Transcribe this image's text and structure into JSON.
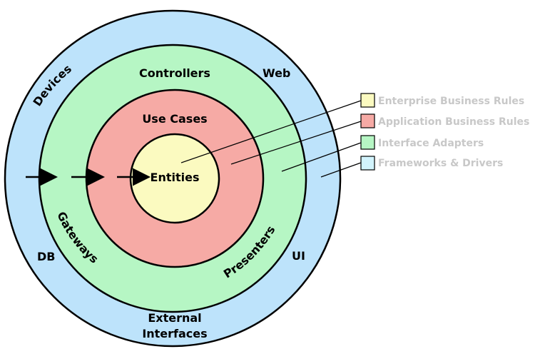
{
  "colors": {
    "frameworks": "#bde3fb",
    "adapters": "#b6f6c4",
    "use_cases": "#f6aaa5",
    "entities": "#fbfac0",
    "stroke": "#000000",
    "legend_text": "#c8c8c8"
  },
  "rings": {
    "frameworks": {
      "top_right": "Web",
      "left": "Devices",
      "bottom_left": "DB",
      "bottom_right": "UI",
      "bottom_line1": "External",
      "bottom_line2": "Interfaces"
    },
    "adapters": {
      "top": "Controllers",
      "bottom_left": "Gateways",
      "bottom_right": "Presenters"
    },
    "use_cases": {
      "top": "Use Cases"
    },
    "entities": {
      "center": "Entities"
    }
  },
  "legend": [
    {
      "label": "Enterprise Business Rules",
      "color": "#fbfac0"
    },
    {
      "label": "Application Business Rules",
      "color": "#f6aaa5"
    },
    {
      "label": "Interface Adapters",
      "color": "#b6f6c4"
    },
    {
      "label": "Frameworks & Drivers",
      "color": "#d2f4fd"
    }
  ]
}
